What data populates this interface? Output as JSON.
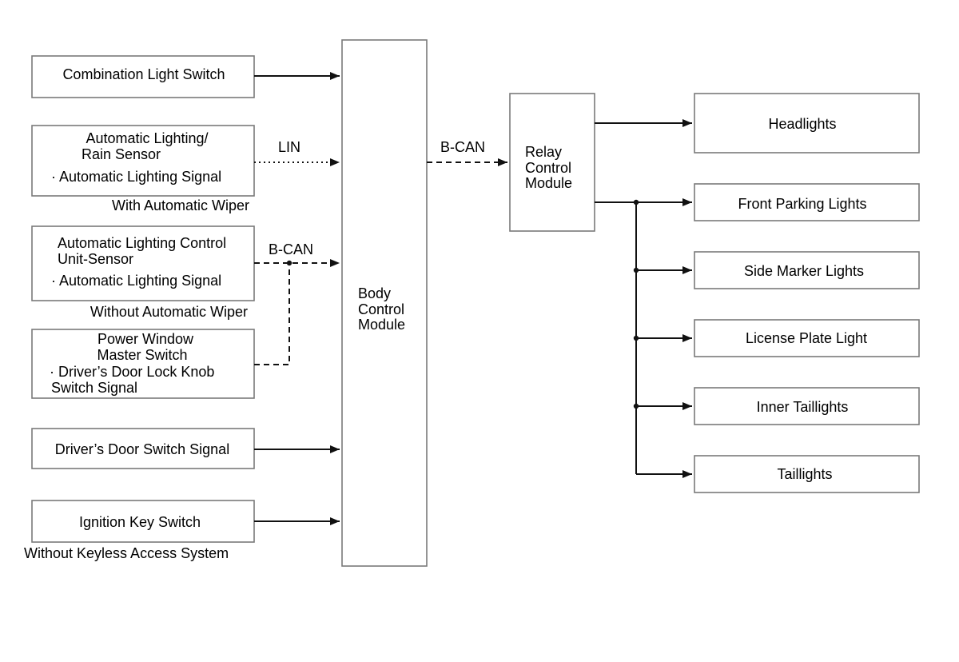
{
  "inputs": {
    "combination_light_switch": {
      "lines": [
        "Combination Light Switch"
      ]
    },
    "auto_lighting_rain_sensor": {
      "lines": [
        "Automatic Lighting/",
        "Rain Sensor",
        "· Automatic Lighting Signal"
      ],
      "note": "With Automatic Wiper"
    },
    "auto_lighting_control_unit": {
      "lines": [
        "Automatic Lighting Control",
        "Unit-Sensor",
        "· Automatic Lighting Signal"
      ],
      "note": "Without Automatic Wiper"
    },
    "power_window_master_switch": {
      "lines": [
        "Power Window",
        "Master Switch",
        "· Driver’s Door Lock Knob",
        "Switch Signal"
      ]
    },
    "drivers_door_switch": {
      "lines": [
        "Driver’s Door Switch Signal"
      ]
    },
    "ignition_key_switch": {
      "lines": [
        "Ignition Key Switch"
      ],
      "note": "Without Keyless Access System"
    }
  },
  "bus_labels": {
    "lin": "LIN",
    "bcan_input": "B-CAN",
    "bcan_output": "B-CAN"
  },
  "modules": {
    "body_control_module": [
      "Body",
      "Control",
      "Module"
    ],
    "relay_control_module": [
      "Relay",
      "Control",
      "Module"
    ]
  },
  "outputs": {
    "headlights": "Headlights",
    "front_parking_lights": "Front Parking Lights",
    "side_marker_lights": "Side Marker Lights",
    "license_plate_light": "License Plate Light",
    "inner_taillights": "Inner Taillights",
    "taillights": "Taillights"
  }
}
